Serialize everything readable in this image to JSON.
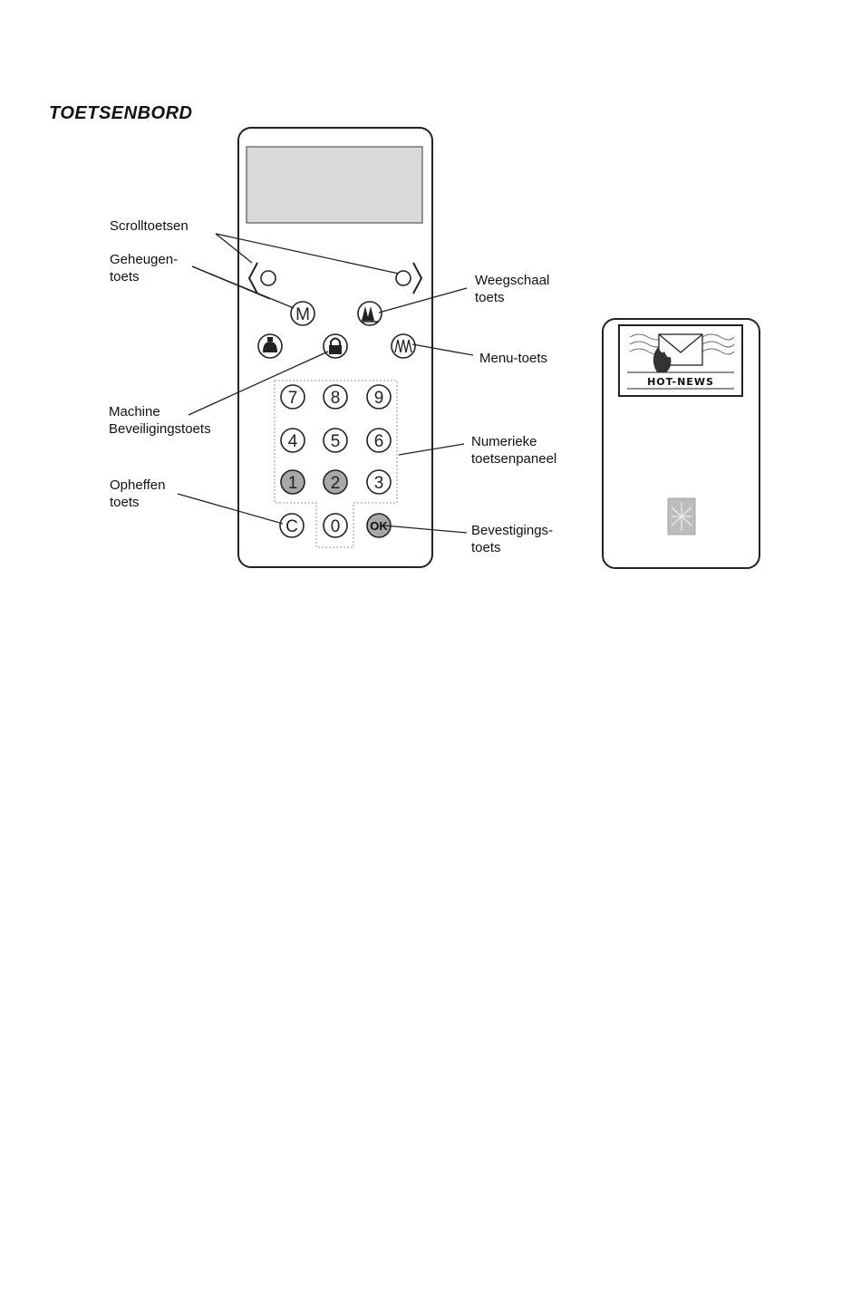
{
  "section_title": "TOETSENBORD",
  "labels": {
    "scroll": [
      "Scrolltoetsen"
    ],
    "memory": [
      "Geheugen-",
      "toets"
    ],
    "scale": [
      "Weegschaal",
      "toets"
    ],
    "menu": [
      "Menu-toets"
    ],
    "security": [
      "Machine",
      "Beveiligingstoets"
    ],
    "numeric": [
      "Numerieke",
      "toetsenpaneel"
    ],
    "clear": [
      "Opheffen",
      "toets"
    ],
    "confirm": [
      "Bevestigings-",
      "toets"
    ]
  },
  "keys": {
    "memory": "M",
    "clear": "C",
    "ok": "OK",
    "digits": [
      "7",
      "8",
      "9",
      "4",
      "5",
      "6",
      "1",
      "2",
      "3",
      "0"
    ]
  },
  "card": {
    "logo_text": "HOT-NEWS"
  },
  "colors": {
    "display": "#d9d9d9",
    "shaded_key": "#a8a8a8",
    "stroke": "#222222"
  }
}
